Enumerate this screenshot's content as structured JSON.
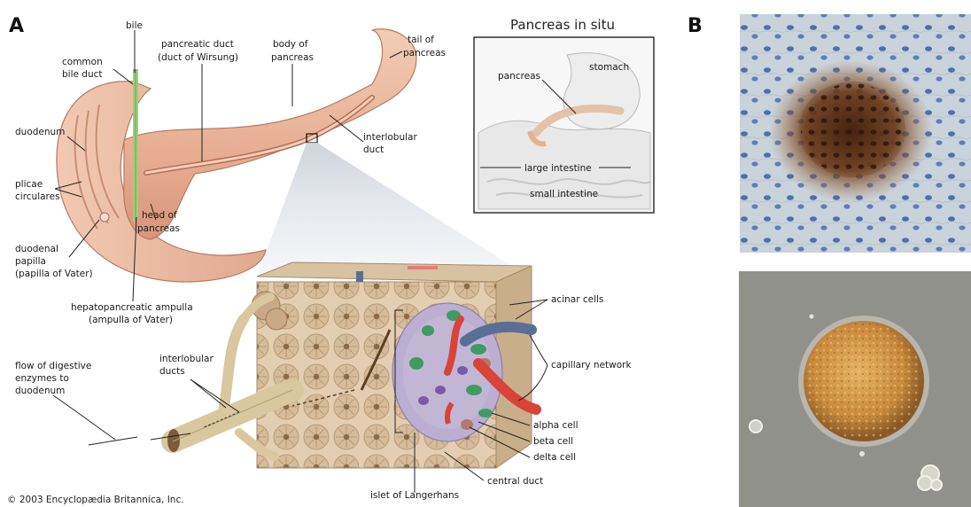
{
  "panels": {
    "a": "A",
    "b": "B"
  },
  "labels": {
    "bile": "bile",
    "common_bile_duct_1": "common",
    "common_bile_duct_2": "bile duct",
    "pancreatic_duct_1": "pancreatic duct",
    "pancreatic_duct_2": "(duct of Wirsung)",
    "body_1": "body of",
    "body_2": "pancreas",
    "tail_1": "tail of",
    "tail_2": "pancreas",
    "duodenum": "duodenum",
    "interlobular_duct_1": "interlobular",
    "interlobular_duct_2": "duct",
    "plicae_1": "plicae",
    "plicae_2": "circulares",
    "head_1": "head of",
    "head_2": "pancreas",
    "papilla_1": "duodenal",
    "papilla_2": "papilla",
    "papilla_3": "(papilla of Vater)",
    "ampulla_1": "hepatopancreatic ampulla",
    "ampulla_2": "(ampulla of Vater)",
    "flow_1": "flow of digestive",
    "flow_2": "enzymes to",
    "flow_3": "duodenum",
    "interlobular_ducts_1": "interlobular",
    "interlobular_ducts_2": "ducts",
    "acinar": "acinar cells",
    "capillary": "capillary network",
    "alpha": "alpha cell",
    "beta": "beta cell",
    "delta": "delta cell",
    "central_duct": "central duct",
    "islet": "islet of Langerhans"
  },
  "inset": {
    "title": "Pancreas in situ",
    "stomach": "stomach",
    "pancreas": "pancreas",
    "large_intestine": "large intestine",
    "small_intestine": "small intestine"
  },
  "copyright": "© 2003 Encyclopædia Britannica, Inc.",
  "colors": {
    "pancreas": "#e9b9a0",
    "acinar": "#d9c3a6",
    "islet": "#bcaed0",
    "alpha_cell": "#3f9a63",
    "beta_cell": "#7a5aa6",
    "delta_cell": "#b07a6a",
    "artery": "#d9433a",
    "vein": "#5a6f96",
    "stain": "#5e3416",
    "micrograph_bg": "#cfd6dc",
    "islet_culture_bg": "#8c8c88"
  }
}
